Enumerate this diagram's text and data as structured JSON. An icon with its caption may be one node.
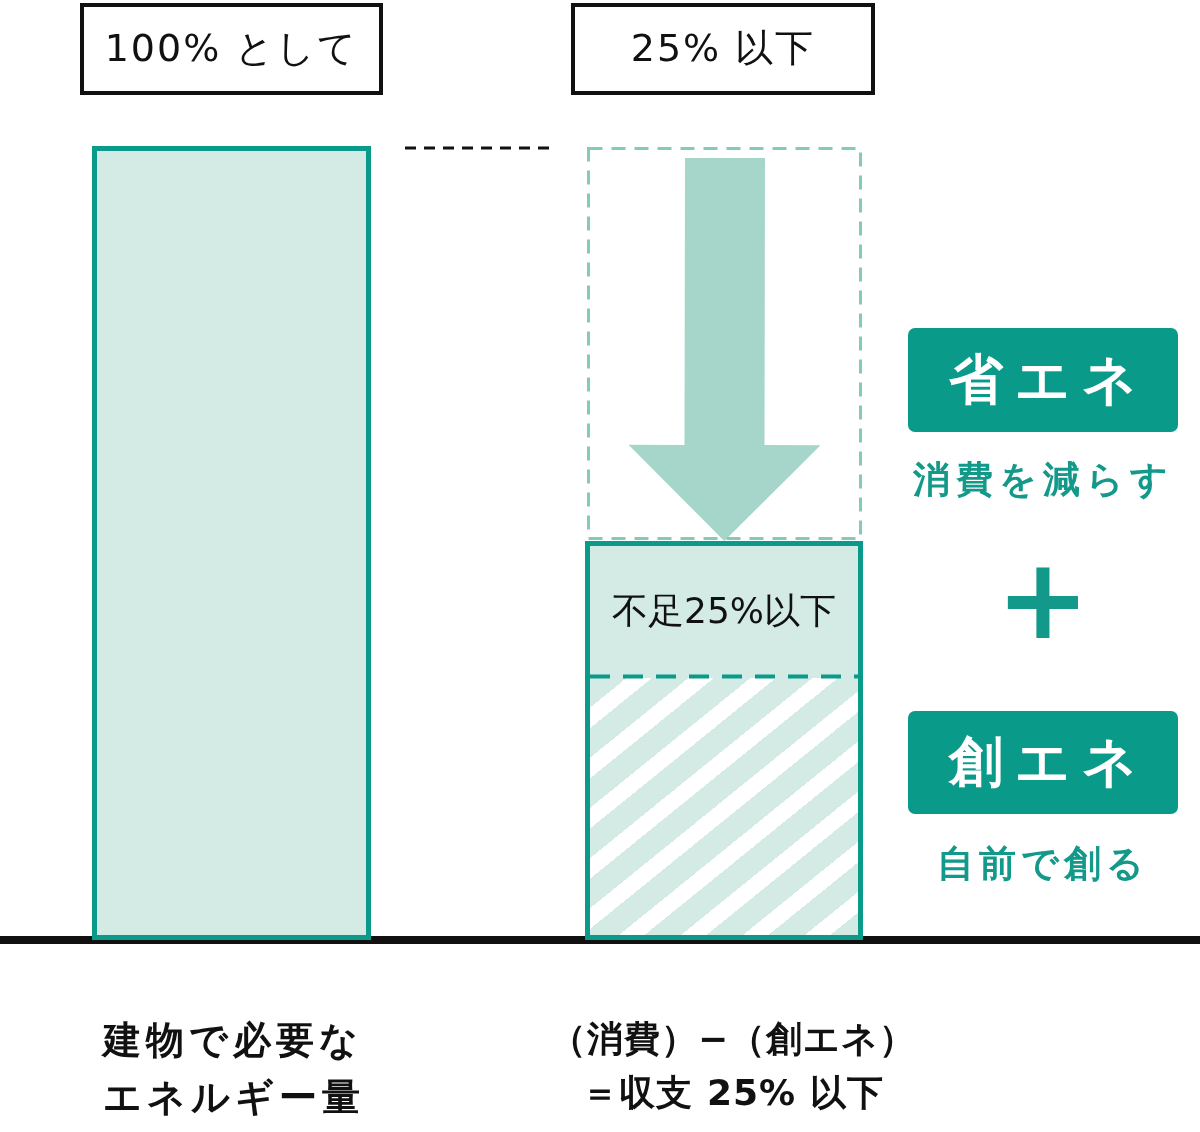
{
  "diagram": {
    "nodes": [
      {
        "text": [
          "100% として"
        ]
      },
      {
        "text": [
          "25% 以下"
        ]
      },
      {
        "text": [],
        "shape": "bar",
        "beside": [
          "建物で必要なエネルギー量"
        ]
      },
      {
        "text": [],
        "shape": "box"
      },
      {
        "text": [
          "不足25%以下"
        ],
        "beside": [
          "（消費）−（創エネ）＝収支 25% 以下"
        ]
      },
      {
        "text": [
          "省エネ"
        ],
        "beside": [
          "消費を減らす"
        ]
      },
      {
        "text": [
          "創エネ"
        ],
        "beside": [
          "自前で創る"
        ]
      }
    ],
    "edges": [
      {
        "from": null,
        "to": 4,
        "arrow": "to"
      }
    ],
    "labels": [
      "+"
    ]
  }
}
